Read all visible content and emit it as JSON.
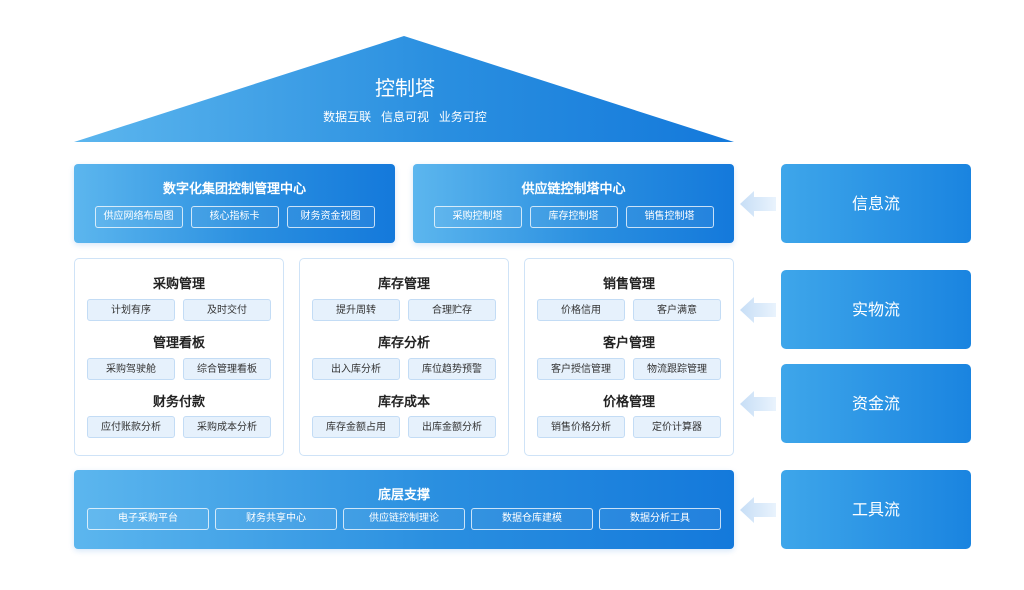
{
  "roof": {
    "title": "控制塔",
    "subtitle": "数据互联  信息可视  业务可控"
  },
  "top_panels": [
    {
      "title": "数字化集团控制管理中心",
      "chips": [
        "供应网络布局图",
        "核心指标卡",
        "财务资金视图"
      ]
    },
    {
      "title": "供应链控制塔中心",
      "chips": [
        "采购控制塔",
        "库存控制塔",
        "销售控制塔"
      ]
    }
  ],
  "columns": [
    {
      "groups": [
        {
          "title": "采购管理",
          "items": [
            "计划有序",
            "及时交付"
          ]
        },
        {
          "title": "管理看板",
          "items": [
            "采购驾驶舱",
            "综合管理看板"
          ]
        },
        {
          "title": "财务付款",
          "items": [
            "应付账款分析",
            "采购成本分析"
          ]
        }
      ]
    },
    {
      "groups": [
        {
          "title": "库存管理",
          "items": [
            "提升周转",
            "合理贮存"
          ]
        },
        {
          "title": "库存分析",
          "items": [
            "出入库分析",
            "库位趋势预警"
          ]
        },
        {
          "title": "库存成本",
          "items": [
            "库存金额占用",
            "出库金额分析"
          ]
        }
      ]
    },
    {
      "groups": [
        {
          "title": "销售管理",
          "items": [
            "价格信用",
            "客户满意"
          ]
        },
        {
          "title": "客户管理",
          "items": [
            "客户授信管理",
            "物流跟踪管理"
          ]
        },
        {
          "title": "价格管理",
          "items": [
            "销售价格分析",
            "定价计算器"
          ]
        }
      ]
    }
  ],
  "base": {
    "title": "底层支撑",
    "chips": [
      "电子采购平台",
      "财务共享中心",
      "供应链控制理论",
      "数据仓库建模",
      "数据分析工具"
    ]
  },
  "flows": [
    "信息流",
    "实物流",
    "资金流",
    "工具流"
  ],
  "colors": {
    "primary": "#1a84e0",
    "light": "#5cb6ee",
    "chip_bg": "#e6f1fc",
    "arrow": "#cfe4f8"
  }
}
